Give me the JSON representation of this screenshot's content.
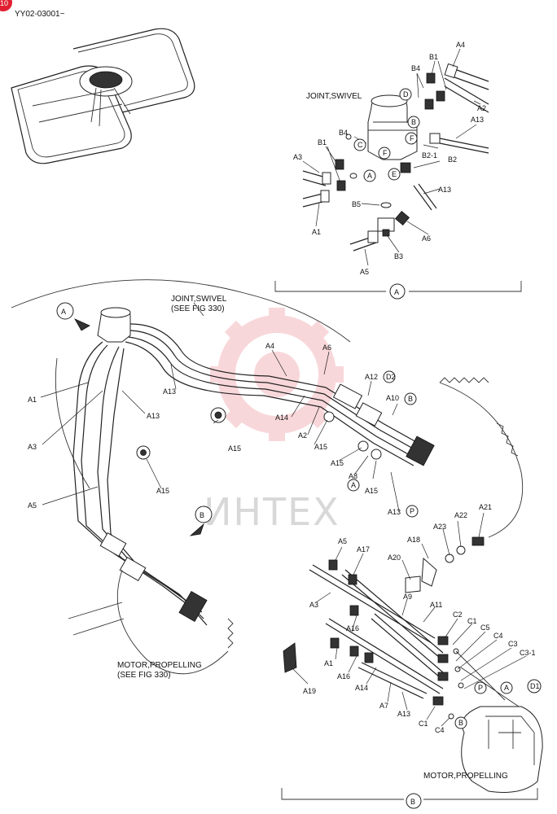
{
  "doc_code": "YY02-03001~",
  "page_badge": "10",
  "watermark": "ИНТЕХ",
  "brand_color": "#e02030",
  "view_a": {
    "title_line": "JOINT,SWIVEL",
    "marker": "A",
    "labels": {
      "a4": "A4",
      "b1_top": "B1",
      "b4_top": "B4",
      "a2": "A2",
      "a13_top": "A13",
      "b2_1": "B2-1",
      "b2": "B2",
      "b4_left": "B4",
      "b1_left": "B1",
      "a3": "A3",
      "a1": "A1",
      "b5": "B5",
      "a13_mid": "A13",
      "a6": "A6",
      "a5": "A5",
      "b3": "B3"
    },
    "circled": {
      "d": "D",
      "b": "B",
      "c": "C",
      "f1": "F",
      "f2": "F",
      "a": "A",
      "e": "E"
    }
  },
  "main_view": {
    "joint_title_1": "JOINT,SWIVEL",
    "joint_title_2": "(SEE FIG 330)",
    "marker_a": "A",
    "marker_b": "B",
    "motor_title_1": "MOTOR,PROPELLING",
    "motor_title_2": "(SEE FIG 330)",
    "labels": {
      "a1": "A1",
      "a13_a": "A13",
      "a13_b": "A13",
      "a3": "A3",
      "a5": "A5",
      "a4": "A4",
      "a6": "A6",
      "a14": "A14",
      "a2": "A2",
      "a15_a": "A15",
      "a15_b": "A15",
      "a15_c": "A15",
      "a15_d": "A15",
      "a15_e": "A15",
      "a12": "A12",
      "a10": "A10",
      "a8": "A8",
      "a13_c": "A13",
      "a23": "A23",
      "a22": "A22",
      "a21": "A21"
    },
    "circled": {
      "d2": "D2",
      "b": "B",
      "a": "A",
      "p": "P"
    }
  },
  "view_b": {
    "marker": "B",
    "motor_title": "MOTOR,PROPELLING",
    "labels": {
      "a5": "A5",
      "a17": "A17",
      "a18": "A18",
      "a20": "A20",
      "a3": "A3",
      "a9": "A9",
      "a11": "A11",
      "c2": "C2",
      "c1_top": "C1",
      "c5": "C5",
      "c4_top": "C4",
      "c3": "C3",
      "c3_1": "C3-1",
      "a16_a": "A16",
      "a1": "A1",
      "a16_b": "A16",
      "a14": "A14",
      "a19": "A19",
      "a7": "A7",
      "a13": "A13",
      "c1_bot": "C1",
      "c4_bot": "C4"
    },
    "circled": {
      "p": "P",
      "a": "A",
      "d1": "D1",
      "b": "B"
    }
  }
}
